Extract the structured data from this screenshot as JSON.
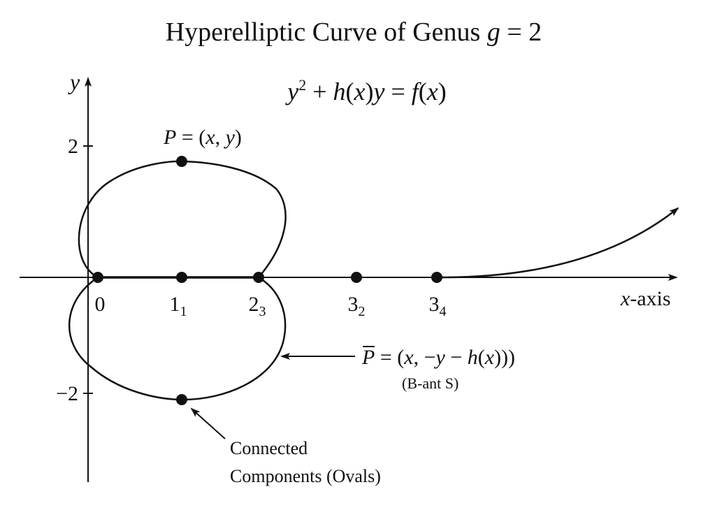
{
  "title": {
    "text": "Hyperelliptic Curve of Genus ",
    "var": "g",
    "tail": " = 2"
  },
  "equation": {
    "y": "y",
    "sup": "2",
    "rest1": " + ",
    "h": "h",
    "rest2": "(",
    "x1": "x",
    "rest3": ")",
    "y2": "y",
    "rest4": " = ",
    "f": "f",
    "rest5": "(",
    "x2": "x",
    "rest6": ")"
  },
  "axes": {
    "y_label": "y",
    "x_label_var": "x",
    "x_label_rest": "-axis",
    "y_ticks": [
      {
        "label": "2",
        "value": 2
      },
      {
        "label": "−2",
        "value": -2
      }
    ]
  },
  "x_points": [
    {
      "main": "0",
      "sub": "",
      "value": 0
    },
    {
      "main": "1",
      "sub": "1",
      "value": 1
    },
    {
      "main": "2",
      "sub": "3",
      "value": 2
    },
    {
      "main": "3",
      "sub": "2",
      "value": 3.2
    },
    {
      "main": "3",
      "sub": "4",
      "value": 4.2
    }
  ],
  "point_P": {
    "label_main": "P",
    "label_rest": " = (",
    "label_x": "x",
    "label_comma": ", ",
    "label_y": "y",
    "label_end": ")"
  },
  "point_Pbar": {
    "label_main": "P",
    "label_rest": " = (",
    "label_x": "x",
    "label_mid": ", −",
    "label_y": "y",
    "label_minus": " − ",
    "label_h": "h",
    "label_paren": "(",
    "label_x2": "x",
    "label_end": ")))",
    "note": "(B-ant S)"
  },
  "annotation": {
    "line1": "Connected",
    "line2": "Components (Ovals)"
  },
  "colors": {
    "ink": "#111111",
    "background": "#ffffff"
  }
}
